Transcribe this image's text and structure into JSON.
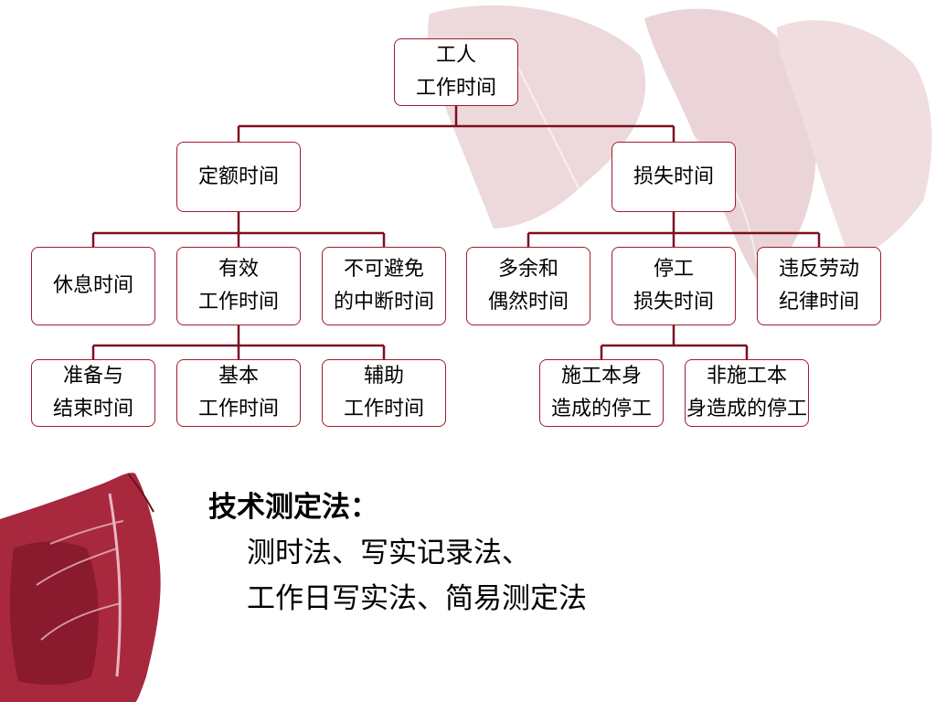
{
  "diagram": {
    "root": [
      "工人",
      "工作时间"
    ],
    "level1": {
      "quota": [
        "定额时间"
      ],
      "loss": [
        "损失时间"
      ]
    },
    "level2": {
      "rest": [
        "休息时间"
      ],
      "effective": [
        "有效",
        "工作时间"
      ],
      "unavoidable": [
        "不可避免",
        "的中断时间"
      ],
      "excess": [
        "多余和",
        "偶然时间"
      ],
      "stoppage": [
        "停工",
        "损失时间"
      ],
      "violation": [
        "违反劳动",
        "纪律时间"
      ]
    },
    "level3": {
      "prep": [
        "准备与",
        "结束时间"
      ],
      "basic": [
        "基本",
        "工作时间"
      ],
      "auxiliary": [
        "辅助",
        "工作时间"
      ],
      "construction_caused": [
        "施工本身",
        "造成的停工"
      ],
      "nonconstruction_caused": [
        "非施工本",
        "身造成的停工"
      ]
    }
  },
  "note": {
    "title": "技术测定法：",
    "line1": "测时法、写实记录法、",
    "line2": "工作日写实法、简易测定法"
  },
  "colors": {
    "connector": "#7a1020",
    "box_border": "#a01c2c",
    "leaf_decoration": "#a8283e"
  }
}
